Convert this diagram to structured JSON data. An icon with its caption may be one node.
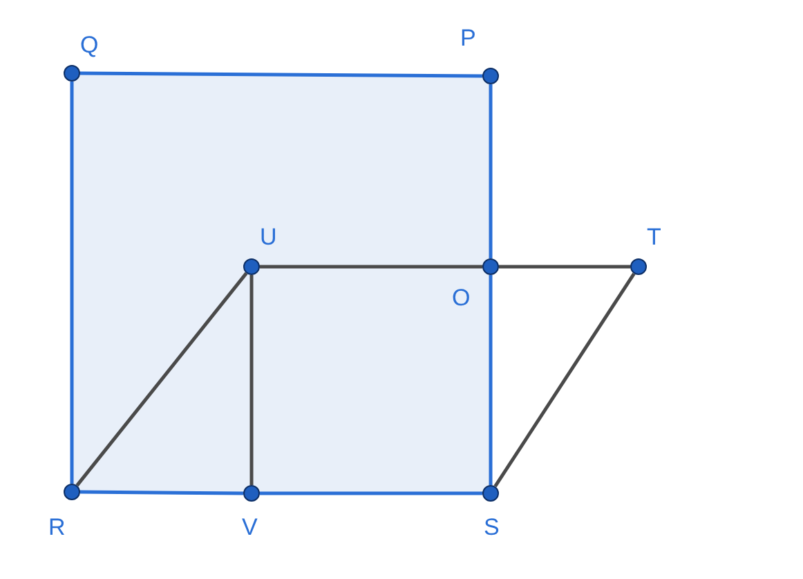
{
  "diagram": {
    "nodes": [
      {
        "text": [
          "Q"
        ]
      },
      {
        "text": [
          "P"
        ]
      },
      {
        "text": [
          "U"
        ]
      },
      {
        "text": [
          "O"
        ]
      },
      {
        "text": [
          "T"
        ]
      },
      {
        "text": [
          "R"
        ]
      },
      {
        "text": [
          "V"
        ]
      },
      {
        "text": [
          "S"
        ]
      }
    ],
    "edges": [
      {
        "from": 0,
        "to": 1,
        "arrow": "none"
      },
      {
        "from": 1,
        "to": 3,
        "arrow": "none"
      },
      {
        "from": 3,
        "to": 7,
        "arrow": "none"
      },
      {
        "from": 7,
        "to": 6,
        "arrow": "none"
      },
      {
        "from": 6,
        "to": 5,
        "arrow": "none"
      },
      {
        "from": 5,
        "to": 0,
        "arrow": "none"
      },
      {
        "from": 2,
        "to": 3,
        "arrow": "none",
        "color": "#4a4a4a"
      },
      {
        "from": 3,
        "to": 4,
        "arrow": "none",
        "color": "#4a4a4a"
      },
      {
        "from": 4,
        "to": 7,
        "arrow": "none",
        "color": "#4a4a4a"
      },
      {
        "from": 5,
        "to": 2,
        "arrow": "none",
        "color": "#4a4a4a"
      },
      {
        "from": 2,
        "to": 6,
        "arrow": "none",
        "color": "#4a4a4a"
      }
    ]
  }
}
